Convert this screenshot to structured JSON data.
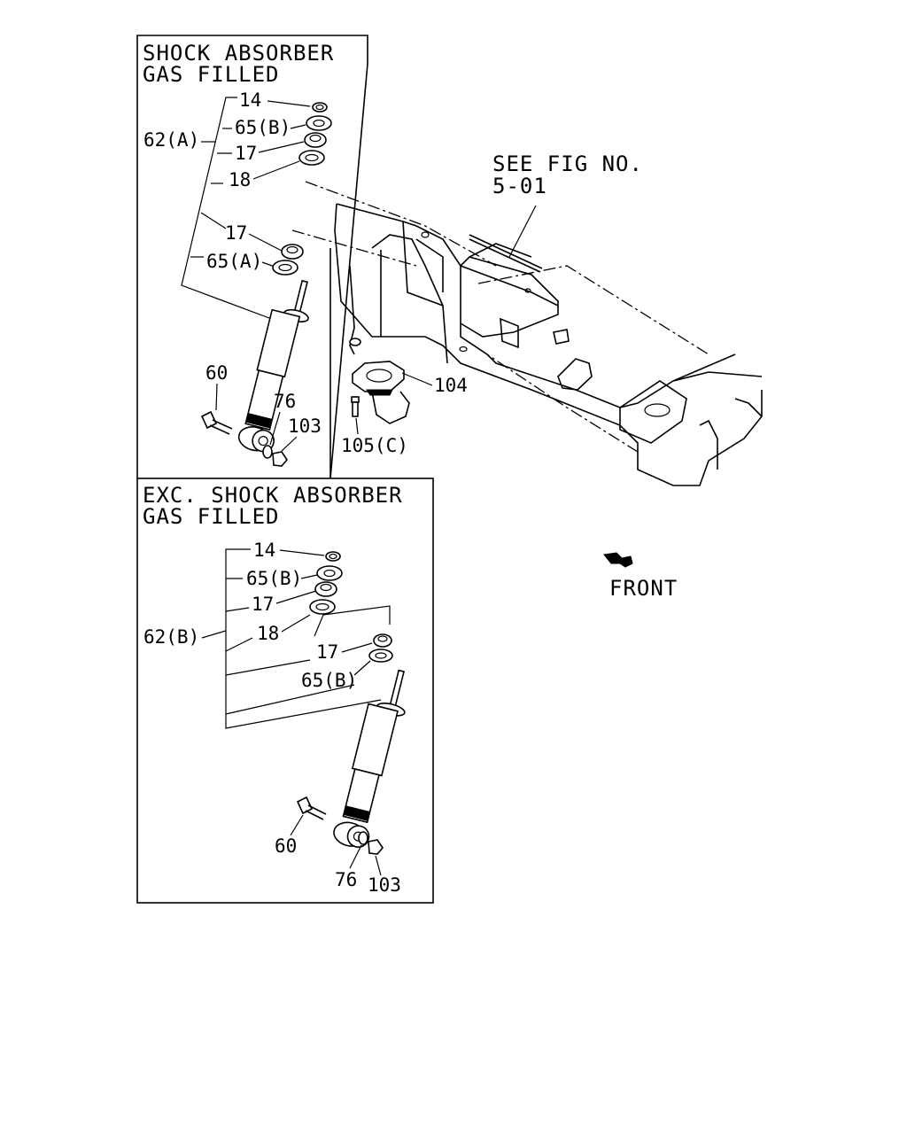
{
  "panels": {
    "gas_filled": {
      "title_line1": "SHOCK ABSORBER",
      "title_line2": "GAS FILLED",
      "labels": {
        "p14": "14",
        "p65b": "65(B)",
        "p17a": "17",
        "p18": "18",
        "p62a": "62(A)",
        "p17b": "17",
        "p65a": "65(A)",
        "p60": "60",
        "p76": "76",
        "p103": "103"
      }
    },
    "exc_gas_filled": {
      "title_line1": "EXC. SHOCK ABSORBER",
      "title_line2": "GAS FILLED",
      "labels": {
        "p14": "14",
        "p65b": "65(B)",
        "p17a": "17",
        "p62b": "62(B)",
        "p18": "18",
        "p17b": "17",
        "p65b2": "65(B)",
        "p60": "60",
        "p76": "76",
        "p103": "103"
      }
    }
  },
  "frame": {
    "see_fig_line1": "SEE FIG NO.",
    "see_fig_line2": "5-01",
    "p104": "104",
    "p105c": "105(C)"
  },
  "front": {
    "label": "FRONT",
    "icon": "front-arrow-icon"
  }
}
